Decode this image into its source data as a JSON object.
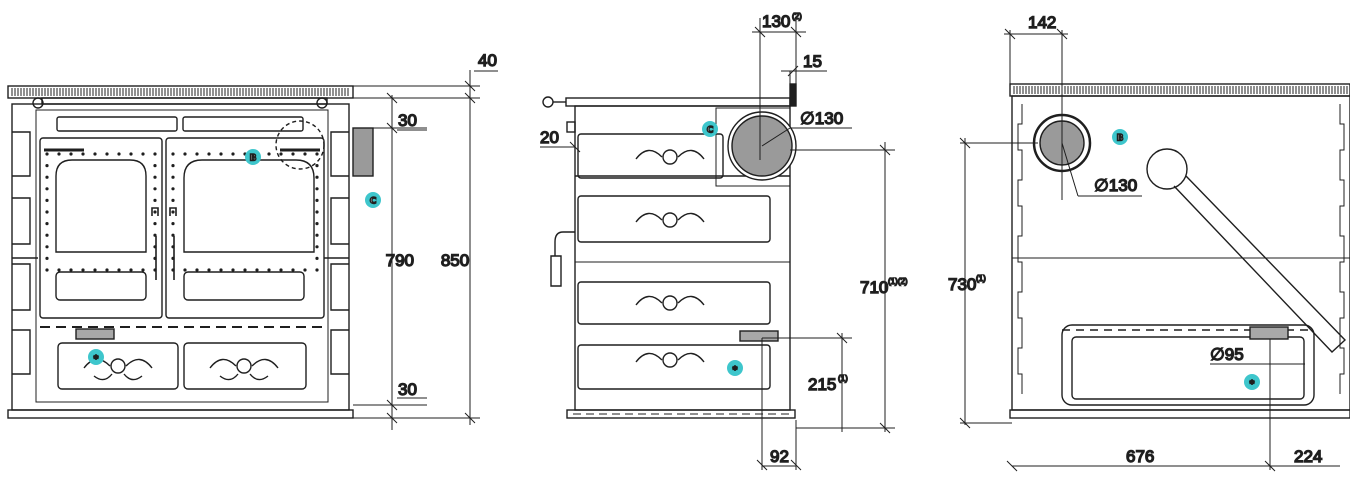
{
  "colors": {
    "line": "#1f1f1f",
    "badge": "#3ec6cc",
    "flue_fill": "#9a9a9a",
    "panel_fill": "#cfcfcf",
    "water_fill": "#a8a8a8"
  },
  "front_view": {
    "dimensions": {
      "top_offset": "40",
      "top_gap": "30",
      "inner_height": "790",
      "total_height": "850",
      "bottom_gap": "30"
    },
    "badges": {
      "b": "B",
      "c": "C",
      "star": "*"
    }
  },
  "side_view": {
    "dimensions": {
      "flue_offset": "130",
      "flue_offset_note": "(2)",
      "plate_thickness": "15",
      "flue_diameter": "∅130",
      "top_gap": "20",
      "flue_height": "710",
      "flue_height_note": "(1)(2)",
      "inlet_height": "215",
      "inlet_height_note": "(1)",
      "inlet_depth": "92"
    },
    "badges": {
      "c": "C",
      "star": "*"
    }
  },
  "rear_view": {
    "dimensions": {
      "flue_offset": "142",
      "flue_height": "730",
      "flue_height_note": "(1)",
      "flue_diameter": "∅130",
      "pipe_diameter": "∅95",
      "width": "676",
      "side_offset": "224"
    },
    "badges": {
      "b": "B",
      "star": "*"
    }
  }
}
